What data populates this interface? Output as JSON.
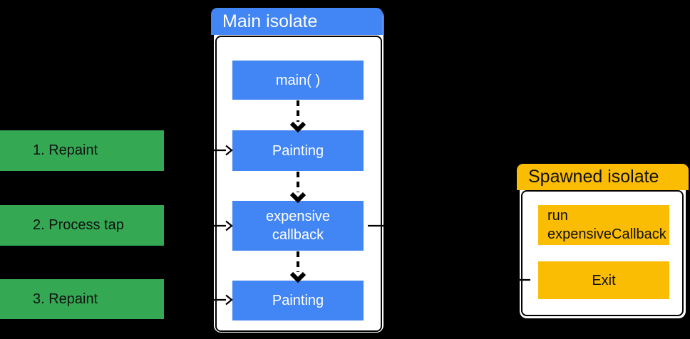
{
  "colors": {
    "background": "#000000",
    "blue": "#4285F4",
    "green": "#34A853",
    "yellow": "#FBBC04",
    "card": "#FFFFFF",
    "line": "#000000"
  },
  "main_isolate": {
    "title": "Main isolate",
    "nodes": [
      {
        "id": "main",
        "label": "main( )"
      },
      {
        "id": "painting_1",
        "label": "Painting"
      },
      {
        "id": "expensive_callback",
        "label": "expensive\ncallback"
      },
      {
        "id": "painting_2",
        "label": "Painting"
      }
    ]
  },
  "steps": [
    {
      "label": "1. Repaint"
    },
    {
      "label": "2. Process tap"
    },
    {
      "label": "3. Repaint"
    }
  ],
  "spawned_isolate": {
    "title": "Spawned isolate",
    "nodes": [
      {
        "id": "run_expensive_callback",
        "label": "run\nexpensiveCallback"
      },
      {
        "id": "exit",
        "label": "Exit"
      }
    ]
  },
  "connectors": [
    {
      "from": "main",
      "to": "painting_1",
      "style": "dashed-arrow"
    },
    {
      "from": "painting_1",
      "to": "expensive_callback",
      "style": "dashed-arrow"
    },
    {
      "from": "expensive_callback",
      "to": "painting_2",
      "style": "dashed-arrow"
    },
    {
      "from": "step_1_repaint",
      "to": "painting_1",
      "style": "arrow"
    },
    {
      "from": "step_2_process_tap",
      "to": "expensive_callback",
      "style": "arrow"
    },
    {
      "from": "step_3_repaint",
      "to": "painting_2",
      "style": "arrow"
    },
    {
      "from": "expensive_callback",
      "to": "spawned_isolate",
      "style": "line"
    },
    {
      "from": "spawned_isolate_edge",
      "to": "exit",
      "style": "line"
    }
  ]
}
